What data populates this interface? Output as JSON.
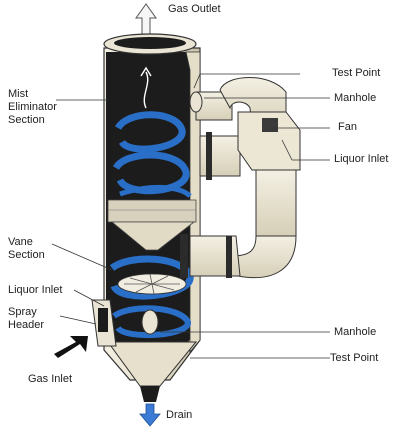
{
  "labels": {
    "gas_outlet": "Gas Outlet",
    "test_point_top": "Test Point",
    "manhole_top": "Manhole",
    "fan": "Fan",
    "liquor_inlet_right": "Liquor Inlet",
    "mist_eliminator": "Mist\nEliminator\nSection",
    "vane_section": "Vane\nSection",
    "liquor_inlet_left": "Liquor Inlet",
    "spray_header": "Spray\nHeader",
    "gas_inlet": "Gas Inlet",
    "manhole_bottom": "Manhole",
    "test_point_bottom": "Test Point",
    "drain": "Drain"
  },
  "colors": {
    "vessel_dark": "#1c1c1c",
    "vessel_light": "#ebe6d6",
    "duct": "#ede8d8",
    "swirl": "#2a6fc7",
    "arrow_outline": "#555555",
    "leader": "#333333",
    "drain_arrow": "#3a7bd5"
  }
}
